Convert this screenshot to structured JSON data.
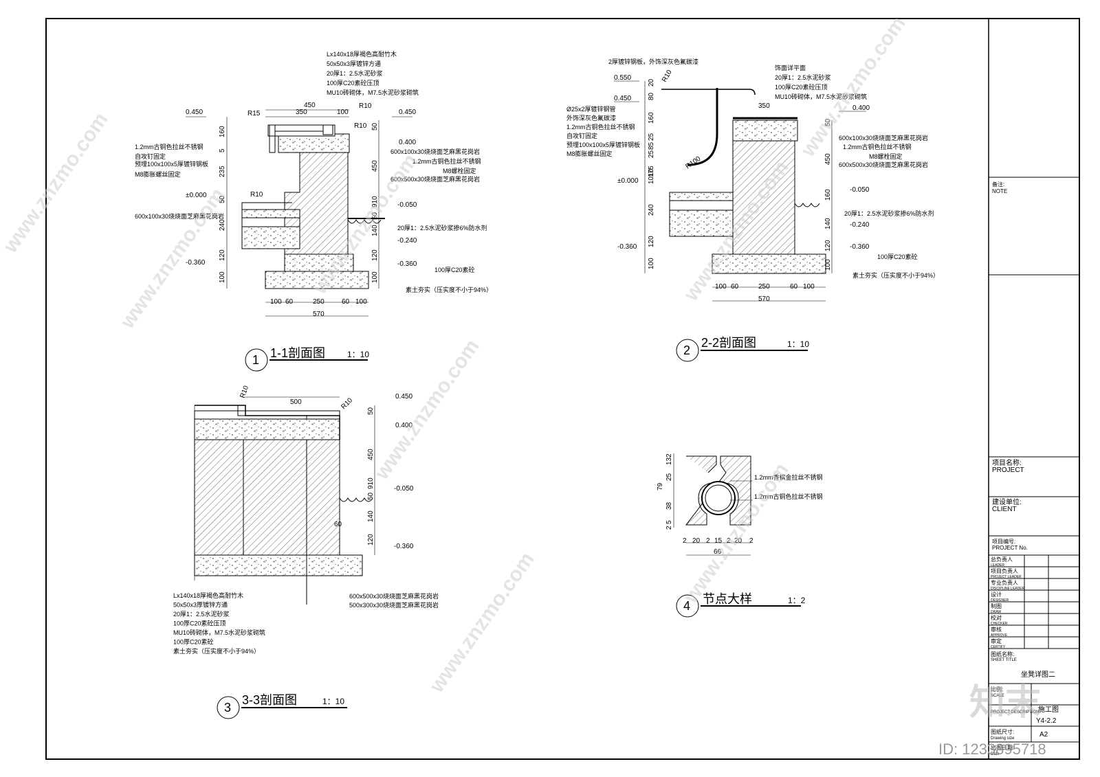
{
  "section1": {
    "title": "1-1剖面图",
    "scale": "1：10",
    "marker": "1",
    "notes_top": [
      "Lx140x18厚褐色高耐竹木",
      "50x50x3厚镀锌方通",
      "20厚1：2.5水泥砂浆",
      "100厚C20素砼压顶",
      "MU10砖砌体，M7.5水泥砂浆砌筑"
    ],
    "notes_left": [
      "1.2mm古铜色拉丝不锈钢",
      "自攻钉固定",
      "预埋100x100x5厚镀锌钢板",
      "M8膨胀螺丝固定",
      "600x100x30烧烧面芝麻黑花岗岩"
    ],
    "notes_right": [
      "600x100x30烧烧面芝麻黑花岗岩",
      "1.2mm古铜色拉丝不锈钢",
      "M8螺栓固定",
      "600x500x30烧烧面芝麻黑花岗岩",
      "20厚1：2.5水泥砂浆掺6%防水剂",
      "100厚C20素砼",
      "素土夯实（压实度不小于94%）"
    ],
    "elevations": [
      "0.450",
      "±0.000",
      "-0.360",
      "0.450",
      "0.400",
      "-0.050",
      "-0.240",
      "-0.360"
    ],
    "dims_top": [
      "450",
      "350",
      "100"
    ],
    "dims_left": [
      "160",
      "5",
      "235",
      "50",
      "240",
      "120",
      "100"
    ],
    "dims_right": [
      "50",
      "450",
      "910",
      "50",
      "140",
      "120",
      "100"
    ],
    "dims_bottom": [
      "100",
      "60",
      "250",
      "60",
      "100",
      "570"
    ],
    "radii": [
      "R15",
      "R10",
      "R10",
      "R10"
    ]
  },
  "section2": {
    "title": "2-2剖面图",
    "scale": "1：10",
    "marker": "2",
    "notes_top": [
      "2厚镀锌钢板，外饰深灰色氟碳漆",
      "饰面详平面",
      "20厚1：2.5水泥砂浆",
      "100厚C20素砼压顶",
      "MU10砖砌体，M7.5水泥砂浆砌筑"
    ],
    "notes_left": [
      "Ø25x2厚镀锌钢管",
      "外饰深灰色氟碳漆",
      "1.2mm古铜色拉丝不锈钢",
      "自攻钉固定",
      "预埋100x100x5厚镀锌钢板",
      "M8膨胀螺丝固定"
    ],
    "notes_right": [
      "600x100x30烧烧面芝麻黑花岗岩",
      "1.2mm古铜色拉丝不锈钢",
      "M8螺栓固定",
      "600x500x30烧烧面芝麻黑花岗岩",
      "20厚1：2.5水泥砂浆掺6%防水剂",
      "100厚C20素砼",
      "素土夯实（压实度不小于94%）"
    ],
    "elevations": [
      "0.550",
      "0.450",
      "±0.000",
      "-0.360",
      "0.400",
      "-0.050",
      "-0.240",
      "-0.360"
    ],
    "dims_top": [
      "350"
    ],
    "dims_left": [
      "20",
      "80",
      "160",
      "25",
      "85",
      "25",
      "175",
      "1010",
      "240",
      "120",
      "100"
    ],
    "dims_right": [
      "50",
      "450",
      "160",
      "140",
      "120",
      "100"
    ],
    "dims_bottom": [
      "100",
      "60",
      "250",
      "60",
      "100",
      "570"
    ],
    "radii": [
      "R10",
      "R100"
    ]
  },
  "section3": {
    "title": "3-3剖面图",
    "scale": "1：10",
    "marker": "3",
    "dims_top": [
      "500"
    ],
    "dims_right": [
      "50",
      "450",
      "910",
      "50",
      "140",
      "120"
    ],
    "dims_misc": [
      "60"
    ],
    "elevations": [
      "0.450",
      "0.400",
      "-0.050",
      "-0.360"
    ],
    "radii": [
      "R10",
      "R10"
    ],
    "notes_left": [
      "Lx140x18厚褐色高耐竹木",
      "50x50x3厚镀锌方通",
      "20厚1：2.5水泥砂浆",
      "100厚C20素砼压顶",
      "MU10砖砌体，M7.5水泥砂浆砌筑",
      "100厚C20素砼",
      "素土夯实（压实度不小于94%）"
    ],
    "notes_right": [
      "600x500x30烧烧面芝麻黑花岗岩",
      "500x300x30烧烧面芝麻黑花岗岩"
    ]
  },
  "detail4": {
    "title": "节点大样",
    "scale": "1：2",
    "marker": "4",
    "notes": [
      "1.2mm香槟金拉丝不锈钢",
      "1.2mm古铜色拉丝不锈钢"
    ],
    "dims_left": [
      "2",
      "13",
      "25",
      "79",
      "38",
      "5",
      "2"
    ],
    "dims_bottom": [
      "2",
      "20",
      "2",
      "15",
      "2",
      "20",
      "2",
      "66"
    ]
  },
  "title_block": {
    "note": {
      "cn": "备注:",
      "en": "NOTE"
    },
    "project": {
      "cn": "项目名称:",
      "en": "PROJECT"
    },
    "client": {
      "cn": "建设单位:",
      "en": "CLIENT"
    },
    "project_no": {
      "cn": "项目编号:",
      "en": "PROJECT No."
    },
    "roles": [
      {
        "cn": "总负责人",
        "en": "LEADER"
      },
      {
        "cn": "项目负责人",
        "en": "PROJECT LEADER"
      },
      {
        "cn": "专业负责人",
        "en": "DISCIPLINE LEADER"
      },
      {
        "cn": "设计",
        "en": "DESIGNER"
      },
      {
        "cn": "制图",
        "en": "DRAW"
      },
      {
        "cn": "校对",
        "en": "CHECKER"
      },
      {
        "cn": "审核",
        "en": "APPROVE"
      },
      {
        "cn": "审定",
        "en": "CERTIFY"
      }
    ],
    "sheet_title": {
      "cn": "图纸名称:",
      "en": "SHEET TITLE",
      "value": "坐凳详图二"
    },
    "ratio": {
      "cn": "比例:",
      "en": "SCALE"
    },
    "stage": {
      "en": "PROJECT DESCRIPTION",
      "value": "施工图"
    },
    "drawing_no": {
      "value": "Y4-2.2"
    },
    "size": {
      "cn": "图纸尺寸:",
      "en": "Drawing size",
      "value": "A2"
    },
    "date": {
      "cn": "出图日期:",
      "en": "Date"
    }
  },
  "watermark": {
    "site": "www.znzmo.com",
    "brand": "知末",
    "id": "ID: 1233895718"
  }
}
